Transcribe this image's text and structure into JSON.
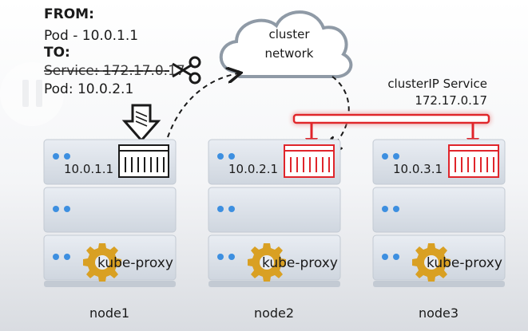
{
  "annotation": {
    "from_label": "FROM:",
    "from_value": "Pod - 10.0.1.1",
    "to_label": "TO:",
    "to_struck": "Service: 172.17.0.17",
    "to_value": "Pod: 10.0.2.1"
  },
  "cloud": {
    "line1": "cluster",
    "line2": "network"
  },
  "service": {
    "label": "clusterIP Service",
    "ip": "172.17.0.17"
  },
  "nodes": [
    {
      "name": "node1",
      "pod_ip": "10.0.1.1",
      "proxy": "kube-proxy"
    },
    {
      "name": "node2",
      "pod_ip": "10.0.2.1",
      "proxy": "kube-proxy"
    },
    {
      "name": "node3",
      "pod_ip": "10.0.3.1",
      "proxy": "kube-proxy"
    }
  ],
  "colors": {
    "accent_red": "#e0252b",
    "gear": "#d9a023",
    "led_blue": "#3d8fe0",
    "arrow": "#1a1a1a"
  }
}
